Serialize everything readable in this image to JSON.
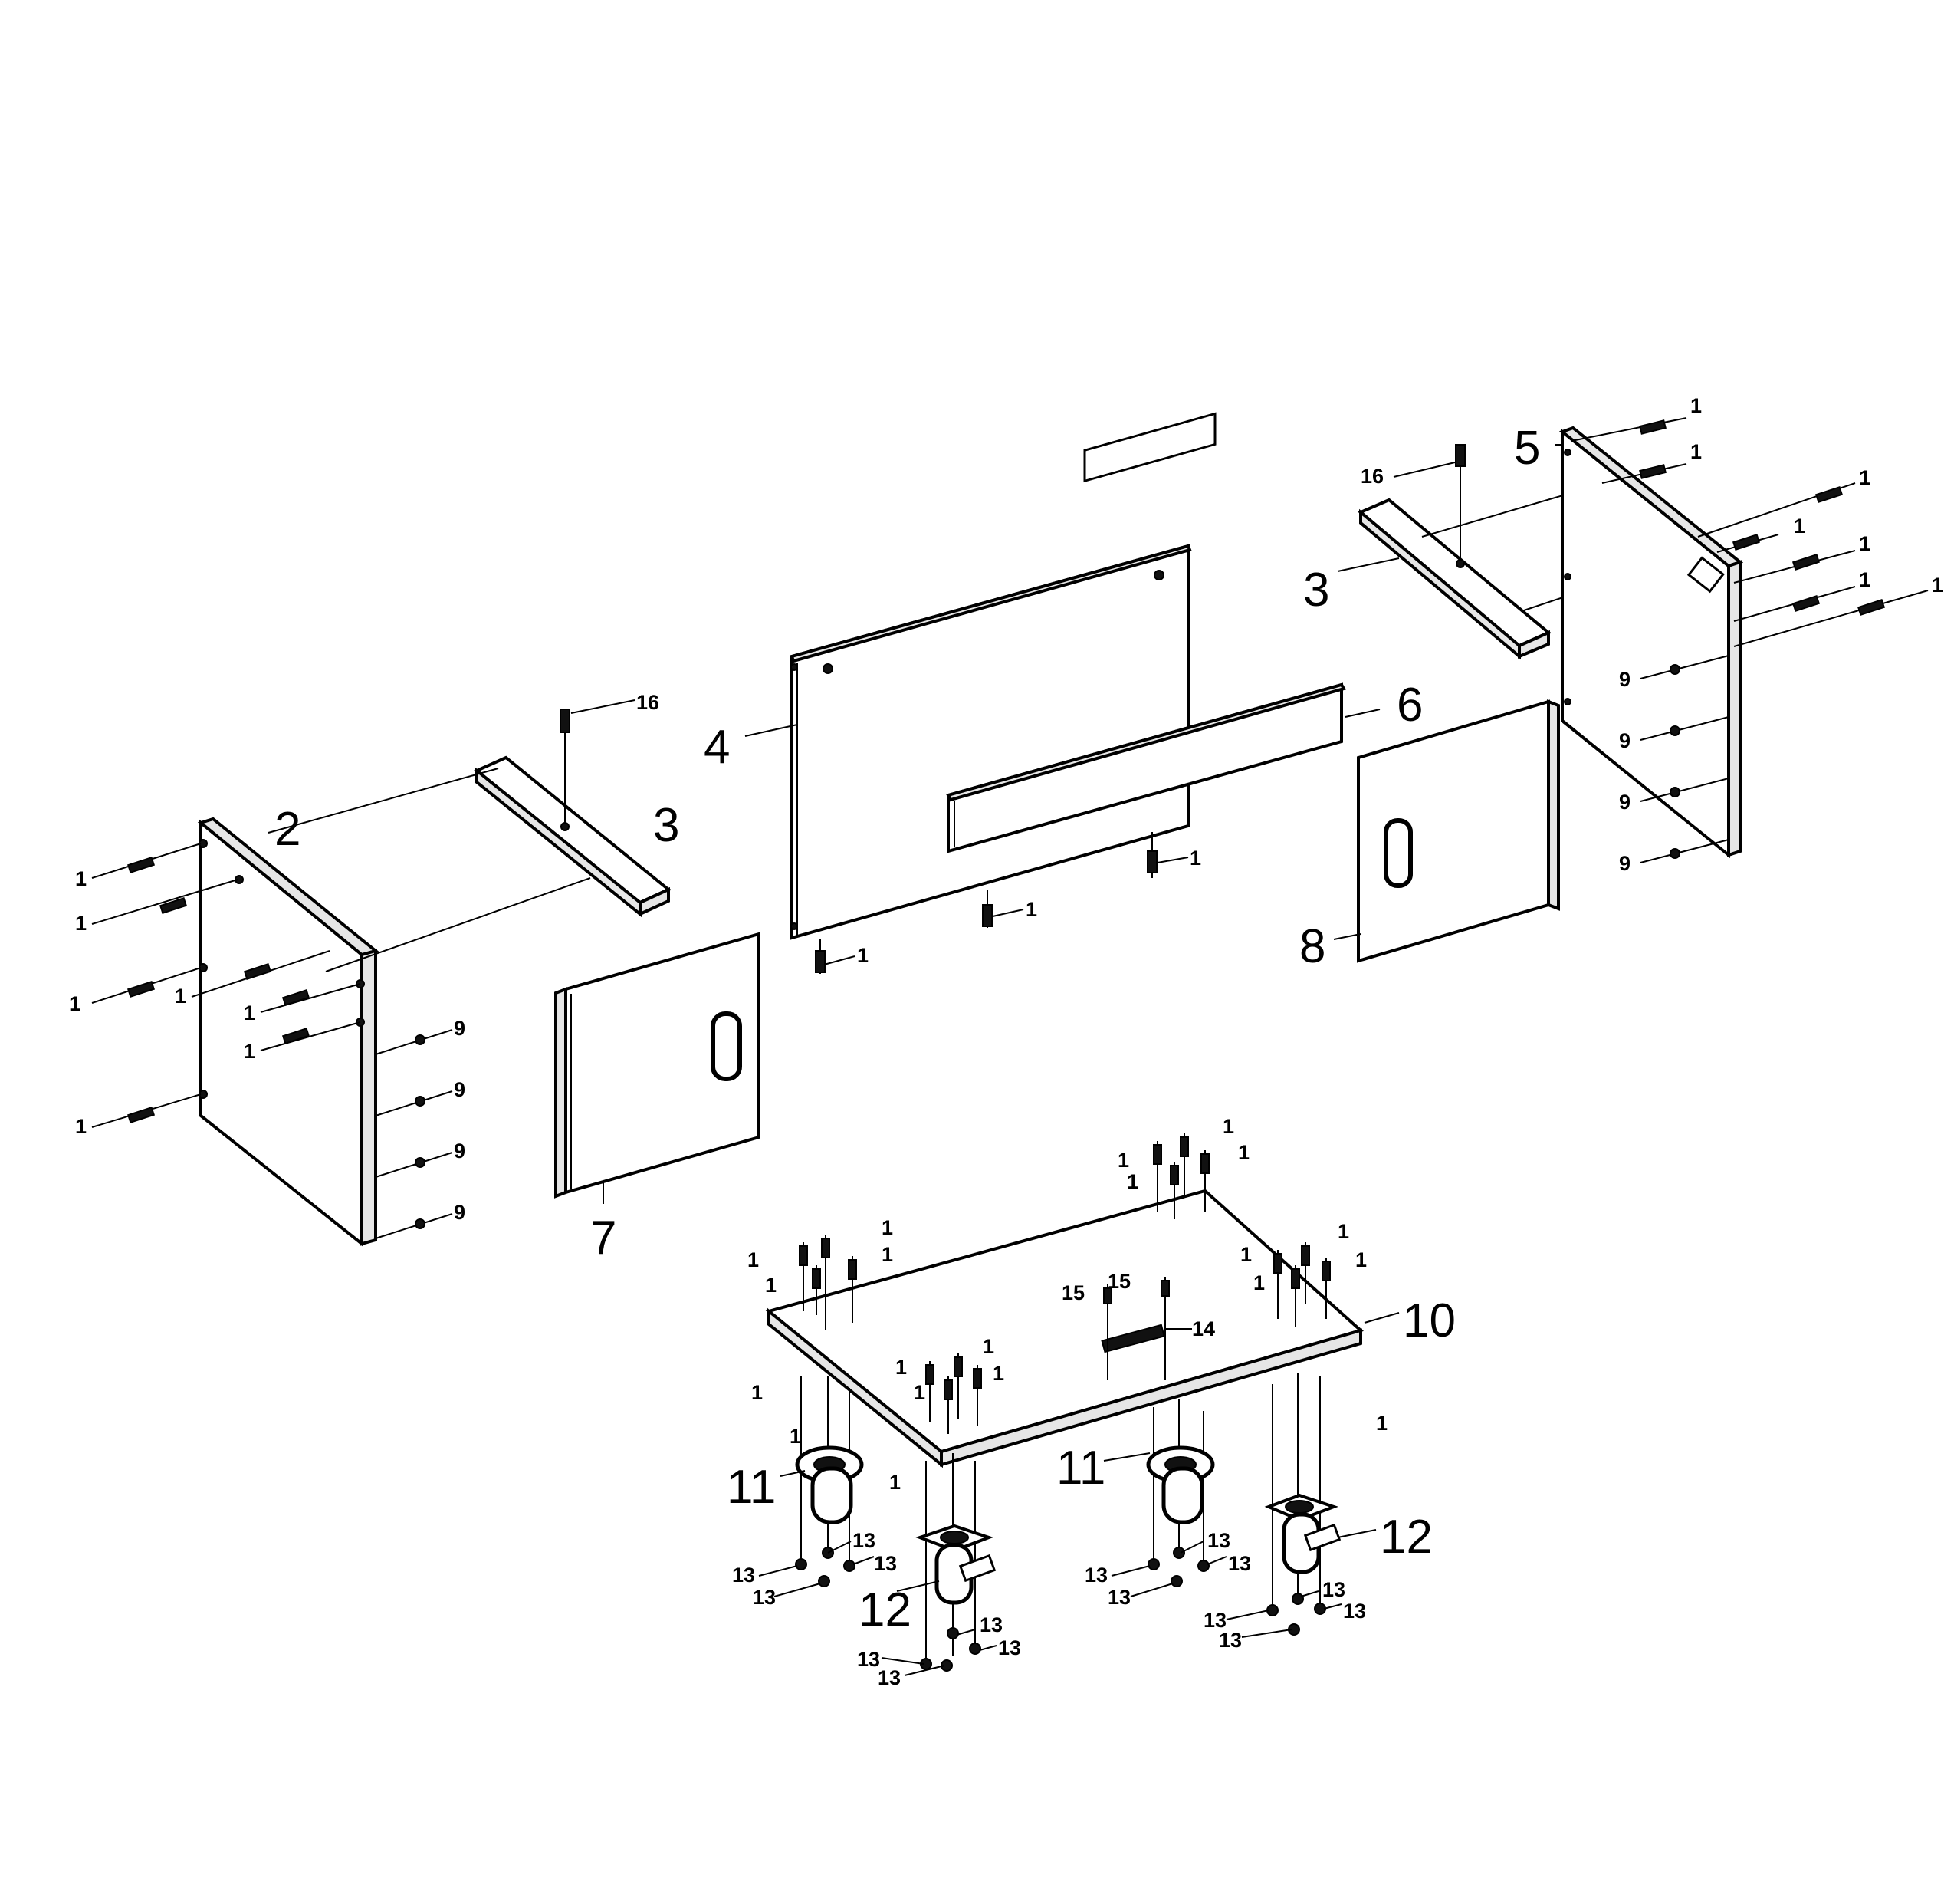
{
  "labels": {
    "n1": "1",
    "n2": "2",
    "n3": "3",
    "n4": "4",
    "n5": "5",
    "n6": "6",
    "n7": "7",
    "n8": "8",
    "n9": "9",
    "n10": "10",
    "n11": "11",
    "n12": "12",
    "n13": "13",
    "n14": "14",
    "n15": "15",
    "n16": "16"
  }
}
